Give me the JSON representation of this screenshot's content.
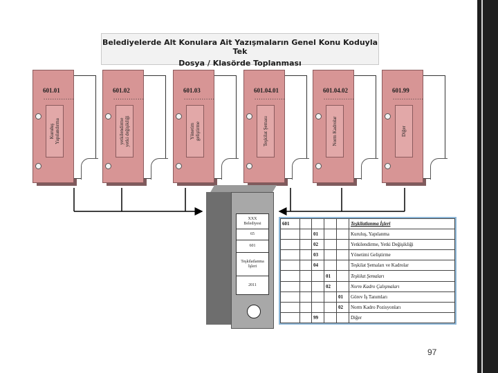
{
  "title": {
    "line1": "Belediyelerde Alt Konulara Ait Yazışmaların Genel Konu Koduyla Tek",
    "line2": "Dosya / Klasörde Toplanması"
  },
  "binders": [
    {
      "code": "601.01",
      "dots": "..............",
      "label_line1": "Kuruluş",
      "label_line2": "Yapılandırma"
    },
    {
      "code": "601.02",
      "dots": "..............",
      "label_line1": "yetkilendirme",
      "label_line2": "yetki değişikliği"
    },
    {
      "code": "601.03",
      "dots": "..............",
      "label_line1": "Yönetim",
      "label_line2": "geliştirme"
    },
    {
      "code": "601.04.01",
      "dots": "..............",
      "label_line1": "Teşkilat Şeması",
      "label_line2": ""
    },
    {
      "code": "601.04.02",
      "dots": "..............",
      "label_line1": "Norm Kadrolar",
      "label_line2": ""
    },
    {
      "code": "601.99",
      "dots": "..............",
      "label_line1": "Diğer",
      "label_line2": ""
    }
  ],
  "cabinet_card": {
    "org_line1": "XXX",
    "org_line2": "Belediyesi",
    "num1": "65",
    "num2": "601",
    "subject_line1": "Teşkilatlanma",
    "subject_line2": "İşleri",
    "year": "2011"
  },
  "code_table": {
    "rows": [
      {
        "c1": "601",
        "c2": "",
        "c3": "",
        "c4": "",
        "text": "Teşkilatlanma İşleri",
        "style": "it"
      },
      {
        "c1": "",
        "c2": "01",
        "c3": "",
        "c4": "",
        "text": "Kuruluş, Yapılanma",
        "style": ""
      },
      {
        "c1": "",
        "c2": "02",
        "c3": "",
        "c4": "",
        "text": "Yetkilendirme, Yetki Değişikliği",
        "style": ""
      },
      {
        "c1": "",
        "c2": "03",
        "c3": "",
        "c4": "",
        "text": "Yönetimi Geliştirme",
        "style": ""
      },
      {
        "c1": "",
        "c2": "04",
        "c3": "",
        "c4": "",
        "text": "Teşkilat Şemaları ve Kadrolar",
        "style": ""
      },
      {
        "c1": "",
        "c2": "",
        "c3": "01",
        "c4": "",
        "text": "Teşkilat Şemaları",
        "style": "itl"
      },
      {
        "c1": "",
        "c2": "",
        "c3": "02",
        "c4": "",
        "text": "Norm Kadro Çalışmaları",
        "style": "itl"
      },
      {
        "c1": "",
        "c2": "",
        "c3": "",
        "c4": "01",
        "text": "Görev İş Tanımları",
        "style": ""
      },
      {
        "c1": "",
        "c2": "",
        "c3": "",
        "c4": "02",
        "text": "Norm Kadro Pozisyonları",
        "style": ""
      },
      {
        "c1": "",
        "c2": "99",
        "c3": "",
        "c4": "",
        "text": "Diğer",
        "style": ""
      }
    ]
  },
  "page_number": "97",
  "colors": {
    "binder_spine": "#d79595",
    "binder_label": "#e2a8a8",
    "cabinet": "#a8a8a8",
    "table_border": "#8db7d8"
  }
}
